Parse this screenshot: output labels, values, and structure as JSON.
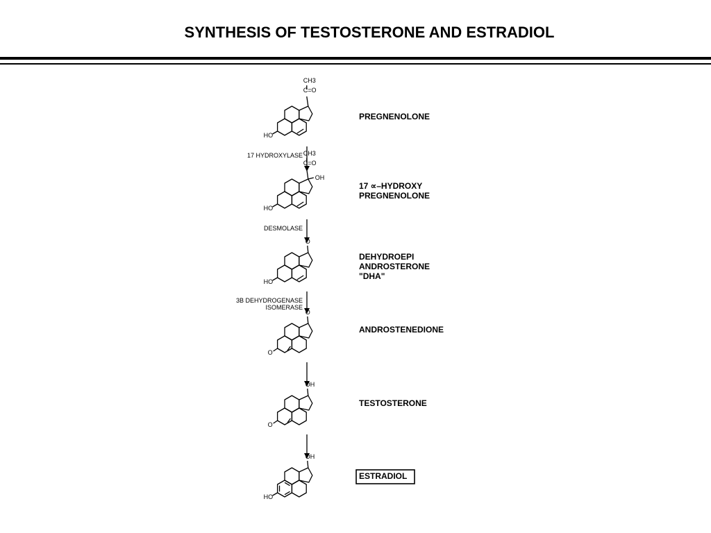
{
  "title": "SYNTHESIS OF TESTOSTERONE AND ESTRADIOL",
  "compounds": [
    {
      "name_lines": [
        "PREGNENOLONE"
      ],
      "boxed": false,
      "groups": {
        "hydroxyl": "HO",
        "ch3": "CH3",
        "carbonyl": "C=O"
      }
    },
    {
      "name_lines": [
        "17 ∝–HYDROXY",
        "PREGNENOLONE"
      ],
      "boxed": false,
      "groups": {
        "hydroxyl": "HO",
        "ch3": "CH3",
        "carbonyl": "C=O",
        "oh17": "OH"
      }
    },
    {
      "name_lines": [
        "DEHYDROEPI",
        "ANDROSTERONE",
        "\"DHA\""
      ],
      "boxed": false,
      "groups": {
        "hydroxyl": "HO",
        "keto17": "O"
      }
    },
    {
      "name_lines": [
        "ANDROSTENEDIONE"
      ],
      "boxed": false,
      "groups": {
        "keto3": "O",
        "keto17": "O"
      }
    },
    {
      "name_lines": [
        "TESTOSTERONE"
      ],
      "boxed": false,
      "groups": {
        "keto3": "O",
        "oh17": "OH"
      }
    },
    {
      "name_lines": [
        "ESTRADIOL"
      ],
      "boxed": true,
      "groups": {
        "hydroxyl": "HO",
        "oh17": "OH"
      }
    }
  ],
  "enzymes": [
    {
      "lines": [
        "17 HYDROXYLASE"
      ]
    },
    {
      "lines": [
        "DESMOLASE"
      ]
    },
    {
      "lines": [
        "3B DEHYDROGENASE",
        "ISOMERASE"
      ]
    },
    {
      "lines": []
    },
    {
      "lines": []
    }
  ]
}
